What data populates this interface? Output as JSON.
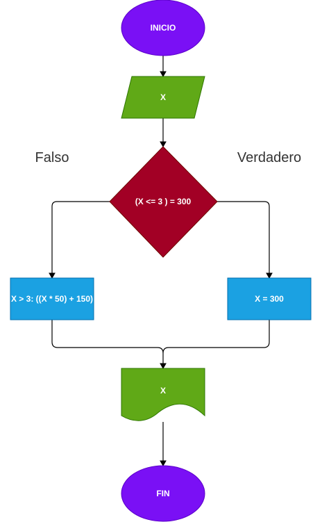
{
  "colors": {
    "terminal": "#7a10f5",
    "terminal_stroke": "#5a00c8",
    "io": "#60a917",
    "io_stroke": "#2d7600",
    "decision": "#a20025",
    "decision_stroke": "#6f0000",
    "process": "#1ba1e2",
    "process_stroke": "#006eaf",
    "edge": "#000000",
    "label": "#333333"
  },
  "nodes": {
    "start": {
      "label": "INICIO"
    },
    "input": {
      "label": "X"
    },
    "decision": {
      "label": "(X <= 3 ) = 300"
    },
    "process_false": {
      "label": "X > 3: ((X * 50) + 150)"
    },
    "process_true": {
      "label": "X = 300"
    },
    "output": {
      "label": "X"
    },
    "end": {
      "label": "FIN"
    }
  },
  "branches": {
    "false_label": "Falso",
    "true_label": "Verdadero"
  }
}
